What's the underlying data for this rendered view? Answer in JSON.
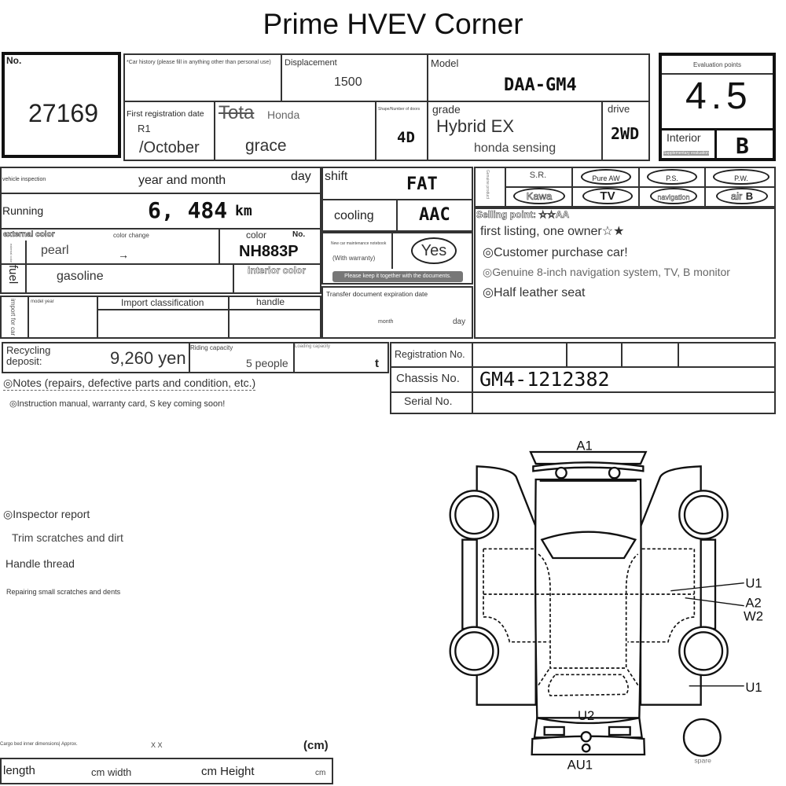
{
  "title": "Prime HVEV Corner",
  "lot": {
    "label": "No.",
    "number": "27169"
  },
  "car_history": {
    "label": "*Car history (please fill in anything other than personal use)"
  },
  "displacement": {
    "label": "Displacement",
    "value": "1500"
  },
  "model": {
    "label": "Model",
    "value": "DAA-GM4"
  },
  "first_registration": {
    "label": "First registration date",
    "era": "R1",
    "month": "/October"
  },
  "make": {
    "strike": "Tota",
    "label": "Honda",
    "name": "grace"
  },
  "shape": {
    "label": "Shape/Number of doors",
    "value": "4D"
  },
  "grade": {
    "label": "grade",
    "value": "Hybrid EX",
    "sub": "honda sensing"
  },
  "drive": {
    "label": "drive",
    "value": "2WD"
  },
  "evaluation": {
    "label": "Evaluation points",
    "score": "4.5",
    "interior_label": "Interior",
    "interior_sub": "Supplementary evaluation",
    "interior": "B"
  },
  "inspection": {
    "label": "vehicle inspection",
    "value": "year and month",
    "day": "day"
  },
  "mileage": {
    "label": "Running",
    "value": "6, 484",
    "unit": "km"
  },
  "color": {
    "external_label": "external color",
    "side_label": "external color",
    "change_label": "color change",
    "value": "pearl",
    "arrow": "→",
    "no_label": "color",
    "no_mark": "No.",
    "code": "NH883P"
  },
  "fuel": {
    "label": "fuel",
    "value": "gasoline",
    "interior_label": "interior color"
  },
  "import": {
    "label": "import for car",
    "model_year": "model year",
    "classification": "Import classification",
    "handle": "handle"
  },
  "shift": {
    "label": "shift",
    "value": "FAT"
  },
  "cooling": {
    "label": "cooling",
    "value": "AAC"
  },
  "maintenance": {
    "label": "New car maintenance notebook",
    "sub": "(With warranty)",
    "value": "Yes",
    "note": "Please keep it together with the documents."
  },
  "transfer": {
    "label": "Transfer document expiration date",
    "month": "month",
    "day": "day"
  },
  "equipment": {
    "side_label": "Genuine product",
    "row1": [
      "S.R.",
      "Pure AW",
      "P.S.",
      "P.W."
    ],
    "row2": [
      "Kawa",
      "TV",
      "navigation",
      "air"
    ],
    "row2_extra": "B"
  },
  "selling": {
    "label": "Selling point: ☆☆AA",
    "lines": [
      "first listing, one owner☆★",
      "◎Customer purchase car!",
      "◎Genuine 8-inch navigation system, TV, B monitor",
      "◎Half leather seat"
    ]
  },
  "recycling": {
    "label": "Recycling deposit:",
    "value": "9,260 yen"
  },
  "riding": {
    "label": "Riding capacity",
    "value": "5 people"
  },
  "loading": {
    "label": "Loading capacity",
    "unit": "t"
  },
  "notes": {
    "label": "◎Notes (repairs, defective parts and condition, etc.)",
    "line": "◎Instruction manual, warranty card, S key coming soon!"
  },
  "registration": {
    "reg_label": "Registration No.",
    "chassis_label": "Chassis No.",
    "chassis": "GM4-1212382",
    "serial_label": "Serial No."
  },
  "inspector": {
    "label": "◎Inspector report",
    "lines": [
      "Trim scratches and dirt",
      "Handle thread",
      "Repairing small scratches and dents"
    ]
  },
  "cargo": {
    "label": "Cargo bed inner dimensions| Approx.",
    "xx": "X X",
    "unit_label": "(cm)",
    "length": "length",
    "width": "cm width",
    "height": "cm Height",
    "cm": "cm"
  },
  "diagram": {
    "marks": [
      "A1",
      "U1",
      "A2",
      "W2",
      "U1",
      "U2",
      "AU1"
    ],
    "spare": "spare"
  }
}
